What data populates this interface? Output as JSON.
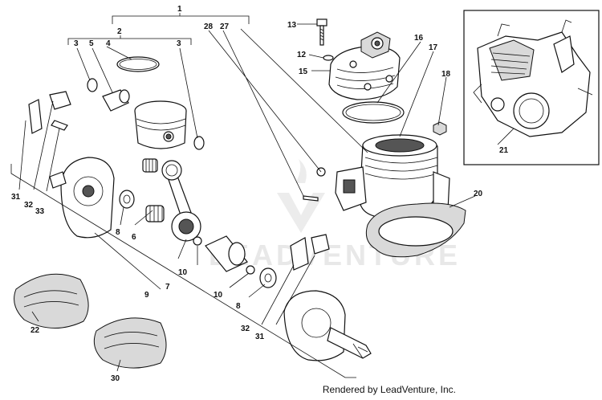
{
  "diagram": {
    "watermark_text": "LEADVENTURE",
    "credit": "Rendered by LeadVenture, Inc.",
    "callouts": {
      "c1": "1",
      "c2": "2",
      "c3a": "3",
      "c3b": "3",
      "c4": "4",
      "c5": "5",
      "c6": "6",
      "c7": "7",
      "c8a": "8",
      "c8b": "8",
      "c9": "9",
      "c10a": "10",
      "c10b": "10",
      "c12": "12",
      "c13": "13",
      "c15": "15",
      "c16": "16",
      "c17": "17",
      "c18": "18",
      "c20": "20",
      "c21": "21",
      "c22": "22",
      "c27": "27",
      "c28": "28",
      "c30": "30",
      "c31a": "31",
      "c31b": "31",
      "c32a": "32",
      "c32b": "32",
      "c33": "33"
    }
  }
}
